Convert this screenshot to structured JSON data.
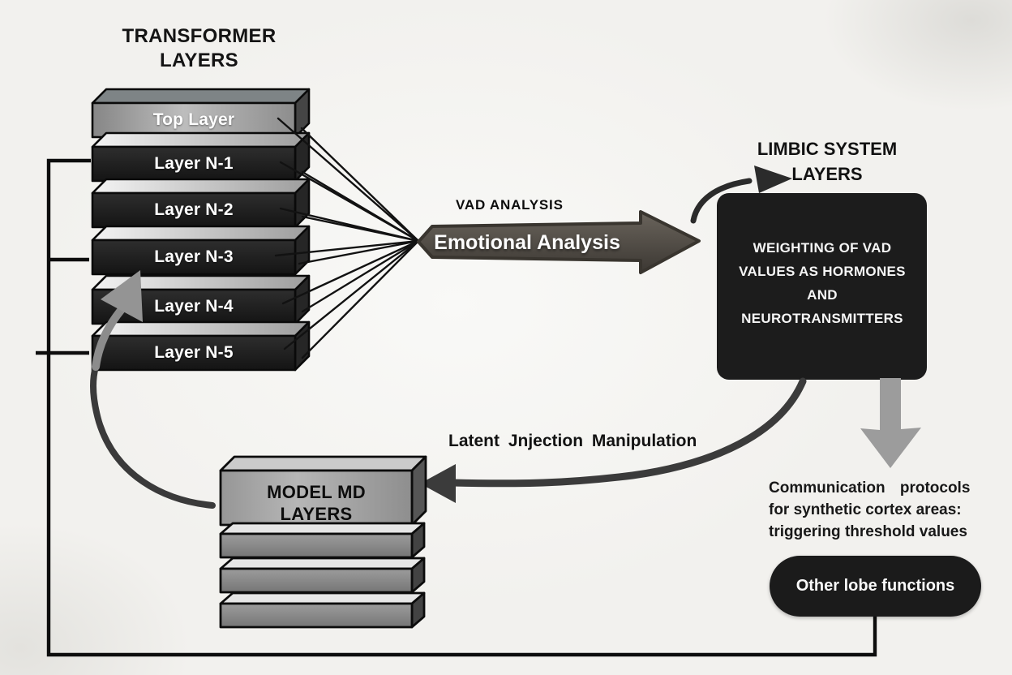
{
  "transformer_stack": {
    "title_lines": [
      "TRANSFORMER",
      "LAYERS"
    ],
    "layers": [
      {
        "label": "Top Layer"
      },
      {
        "label": "Layer N-1"
      },
      {
        "label": "Layer N-2"
      },
      {
        "label": "Layer N-3"
      },
      {
        "label": "Layer N-4"
      },
      {
        "label": "Layer N-5"
      }
    ]
  },
  "vad": {
    "caption": "VAD ANALYSIS",
    "arrow_label": "Emotional Analysis"
  },
  "limbic": {
    "title_lines": [
      "LIMBIC SYSTEM",
      "LAYERS"
    ],
    "box_lines": [
      "WEIGHTING OF VAD",
      "VALUES AS HORMONES",
      "AND",
      "NEUROTRANSMITTERS"
    ]
  },
  "injection": {
    "label": "Latent Jnjection Manipulation"
  },
  "model_md": {
    "lines": [
      "MODEL MD",
      "LAYERS"
    ]
  },
  "communication": {
    "lines": [
      "Communication protocols",
      "for synthetic cortex areas:",
      "triggering threshold values"
    ]
  },
  "other_lobe": {
    "label": "Other lobe functions"
  },
  "palette": {
    "background": "#f2f1ee",
    "dark_box": "#1c1c1c",
    "line_black": "#0d0d0d",
    "big_arrow": "#4a453f",
    "gray_arrow": "#9c9c9c",
    "top_layer_gray": "#a5a5a5",
    "model_box_gray": "#a0a0a0",
    "text_white": "#fafafa"
  }
}
